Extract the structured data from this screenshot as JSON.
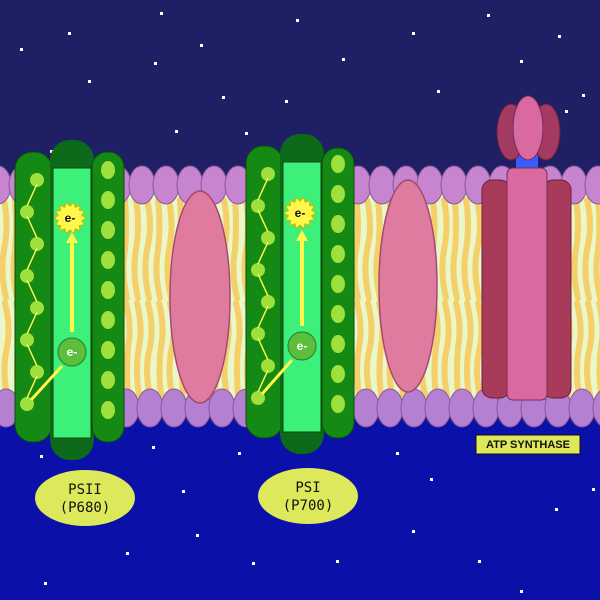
{
  "colors": {
    "sky": "#1f1f66",
    "lumen": "#0b10a8",
    "lipid_head": "#c784cf",
    "lipid_head_lower": "#b57fd2",
    "lipid_tail": "#f5cf6a",
    "membrane_core": "#e9f7c9",
    "ps_green_dark": "#148a14",
    "ps_green_light": "#3cf07a",
    "ps_dot": "#9ee03c",
    "cytochrome_pink": "#e07ba0",
    "atp_red": "#a83a5a",
    "atp_pink": "#d86aa0",
    "label_yellow": "#dde85a",
    "electron_yellow": "#fff84a"
  },
  "electron_label": "e-",
  "complexes": [
    {
      "id": "psii",
      "name": "PSII",
      "pigment": "(P680)"
    },
    {
      "id": "psi",
      "name": "PSI",
      "pigment": "(P700)"
    }
  ],
  "atp_synthase_label": "ATP SYNTHASE"
}
